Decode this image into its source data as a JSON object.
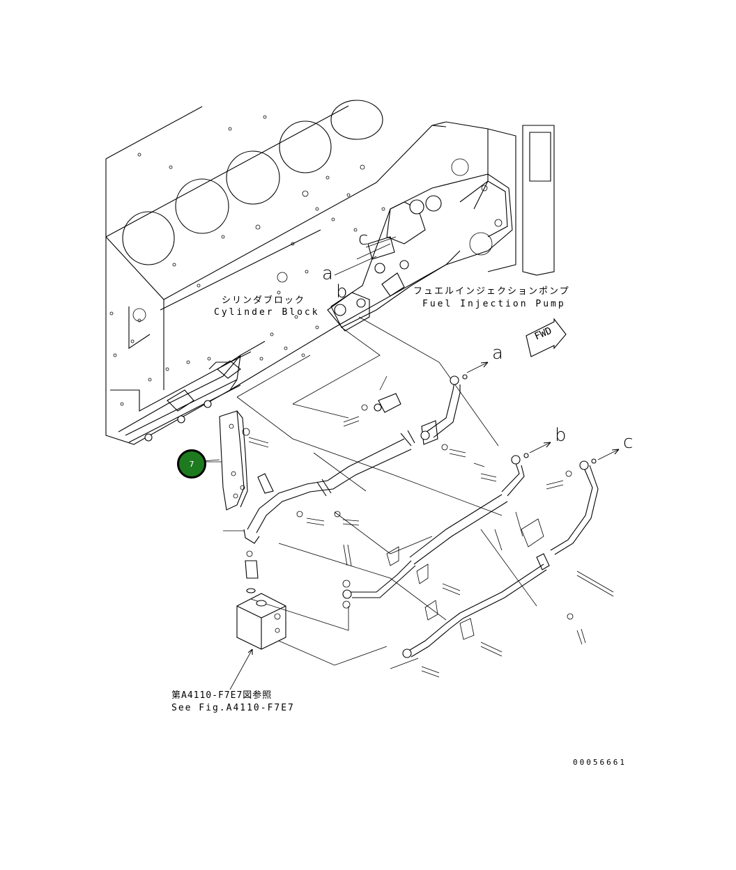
{
  "labels": {
    "cylinder_block_jp": "シリンダブロック",
    "cylinder_block_en": "Cylinder Block",
    "fuel_pump_jp": "フュエルインジェクションポンプ",
    "fuel_pump_en": "Fuel Injection Pump",
    "fwd": "FWD",
    "see_fig_jp": "第A4110-F7E7図参照",
    "see_fig_en": "See Fig.A4110-F7E7",
    "drawing_number": "00056661"
  },
  "connection_letters": {
    "a_top": "a",
    "b_top": "b",
    "c_top": "c",
    "a_arrow": "a",
    "b_arrow": "b",
    "c_arrow": "c"
  },
  "callouts": [
    {
      "number": "7",
      "color": "#1e7a1e"
    }
  ]
}
